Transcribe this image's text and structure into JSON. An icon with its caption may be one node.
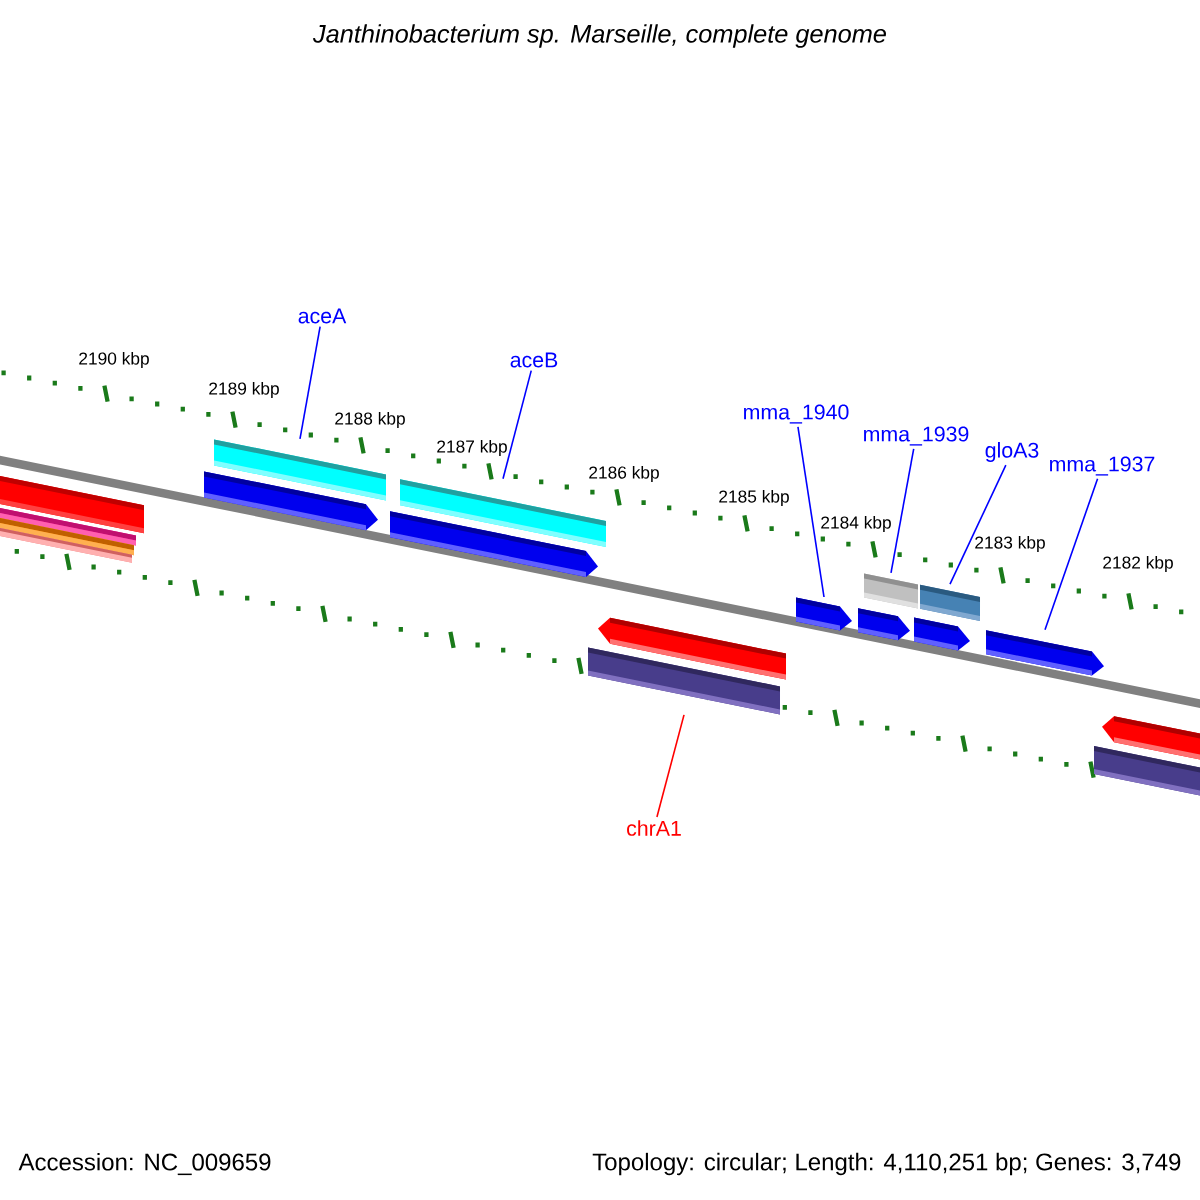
{
  "diagram": {
    "title": "Janthinobacterium sp. Marseille, complete genome",
    "nodes": [
      {
        "text": [
          "aceA"
        ]
      },
      {
        "text": [
          "aceB"
        ]
      },
      {
        "text": [
          "mma_1940"
        ]
      },
      {
        "text": [
          "mma_1939"
        ]
      },
      {
        "text": [
          "gloA3"
        ]
      },
      {
        "text": [
          "mma_1937"
        ]
      },
      {
        "text": [
          "chrA1"
        ]
      },
      {
        "text": [],
        "shape": "bar"
      },
      {
        "text": [],
        "shape": "bar"
      },
      {
        "text": [],
        "shape": "bar"
      },
      {
        "text": [],
        "shape": "bar"
      },
      {
        "text": [],
        "shape": "arrow"
      },
      {
        "text": [],
        "shape": "bar"
      },
      {
        "text": [],
        "shape": "arrow"
      },
      {
        "text": [],
        "shape": "bar"
      },
      {
        "text": [],
        "shape": "bar"
      },
      {
        "text": [],
        "shape": "arrow"
      },
      {
        "text": [],
        "shape": "arrow"
      },
      {
        "text": [],
        "shape": "arrow"
      },
      {
        "text": [],
        "shape": "bar"
      },
      {
        "text": [],
        "shape": "arrow"
      },
      {
        "text": [],
        "shape": "bar"
      },
      {
        "text": [],
        "shape": "arrow"
      },
      {
        "text": [],
        "shape": "bar"
      },
      {
        "text": [],
        "shape": "arrow"
      }
    ],
    "edges": [
      {
        "from": 0,
        "to": 12,
        "arrow": "none"
      },
      {
        "from": 1,
        "to": 14,
        "arrow": "none"
      },
      {
        "from": 2,
        "to": 17,
        "arrow": "none"
      },
      {
        "from": 3,
        "to": 19,
        "arrow": "none"
      },
      {
        "from": 4,
        "to": 21,
        "arrow": "none"
      },
      {
        "from": 5,
        "to": 22,
        "arrow": "none"
      },
      {
        "from": 6,
        "to": 15,
        "arrow": "none",
        "color": "#ff0000"
      }
    ],
    "labels": [
      "2190 kbp",
      "2189 kbp",
      "2188 kbp",
      "2187 kbp",
      "2186 kbp",
      "2185 kbp",
      "2184 kbp",
      "2183 kbp",
      "2182 kbp",
      "Accession: NC_009659",
      "Topology: circular; Length: 4,110,251 bp; Genes: 3,749"
    ]
  }
}
